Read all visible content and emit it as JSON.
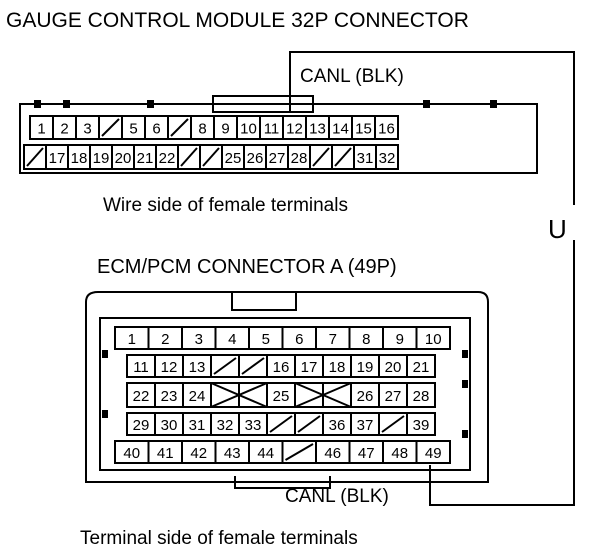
{
  "titles": {
    "gauge_connector": "GAUGE CONTROL MODULE 32P CONNECTOR",
    "ecm_connector": "ECM/PCM CONNECTOR A (49P)",
    "gauge_view": "Wire side of female terminals",
    "ecm_view": "Terminal side of female terminals"
  },
  "wire_labels": {
    "gauge_canl": "CANL (BLK)",
    "ecm_canl": "CANL (BLK)"
  },
  "continuity_symbol": "U",
  "gauge_pins": {
    "row1": [
      "1",
      "2",
      "3",
      "",
      "5",
      "6",
      "",
      "8",
      "9",
      "10",
      "11",
      "12",
      "13",
      "14",
      "15",
      "16"
    ],
    "row2": [
      "",
      "17",
      "18",
      "19",
      "20",
      "21",
      "22",
      "",
      "",
      "25",
      "26",
      "27",
      "28",
      "",
      "",
      "31",
      "32"
    ]
  },
  "ecm_pins": {
    "row1": [
      "1",
      "2",
      "3",
      "4",
      "5",
      "6",
      "7",
      "8",
      "9",
      "10"
    ],
    "row2": [
      "11",
      "12",
      "13",
      "",
      "",
      "16",
      "17",
      "18",
      "19",
      "20",
      "21"
    ],
    "row3": [
      "22",
      "23",
      "24",
      "",
      "",
      "25",
      "",
      "",
      "26",
      "27",
      "28"
    ],
    "row4": [
      "29",
      "30",
      "31",
      "32",
      "33",
      "",
      "",
      "36",
      "37",
      "",
      "39"
    ],
    "row5": [
      "40",
      "41",
      "42",
      "43",
      "44",
      "",
      "46",
      "47",
      "48",
      "49"
    ]
  }
}
